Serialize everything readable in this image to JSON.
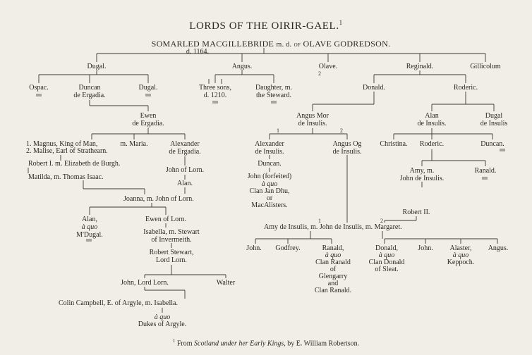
{
  "title": "LORDS OF THE OIRIR-GAEL.",
  "title_note": "1",
  "root": {
    "name": "SOMARLED MACGILLEBRIDE",
    "marriage": "m. d.",
    "of": "of",
    "spouse": "OLAVE GODREDSON.",
    "died": "d. 1164."
  },
  "gen1": {
    "dugal": "Dugal.",
    "angus": "Angus.",
    "olave": "Olave.",
    "olave_num": "2",
    "reginald": "Reginald.",
    "gillicolum": "Gillicolum"
  },
  "gen2": {
    "ospac": "Ospac.",
    "duncan1": "Duncan",
    "duncan2": "de Ergadia.",
    "dugal": "Dugal.",
    "three1": "Three sons,",
    "three2": "d. 1210.",
    "daughter1": "Daughter, m.",
    "daughter2": "the Steward.",
    "donald": "Donald.",
    "roderic": "Roderic."
  },
  "gen3": {
    "ewen1": "Ewen",
    "ewen2": "de Ergadia.",
    "angusmor1": "Angus Mor",
    "angusmor2": "de Insulis.",
    "num1": "1",
    "num2": "2",
    "alan1": "Alan",
    "alan2": "de Insulis.",
    "dugal1": "Dugal",
    "dugal2": "de Insulis"
  },
  "ewen_line": {
    "magnus": "1. Magnus, King of Man,",
    "malise": "2. Malise, Earl of Strathearn.",
    "maria": "m. Maria.",
    "alex1": "Alexander",
    "alex2": "de Ergadia.",
    "robert": "Robert I. m. Elizabeth de Burgh.",
    "matilda": "Matilda, m. Thomas Isaac.",
    "johnlorn": "John of Lorn.",
    "alan": "Alan.",
    "joanna": "Joanna, m. John of Lorn.",
    "alanq1": "Alan,",
    "alanq2": "à quo",
    "alanq3": "M'Dugal.",
    "ewenlorn": "Ewen of Lorn.",
    "isabella1": "Isabella, m. Stewart",
    "isabella2": "of Invermeith.",
    "robstew1": "Robert Stewart,",
    "robstew2": "Lord Lorn.",
    "johnlordlorn": "John, Lord Lorn.",
    "walter": "Walter",
    "colin": "Colin Campbell, E. of Argyle, m. Isabella.",
    "aquo": "à quo",
    "dukes": "Dukes of Argyle."
  },
  "angus_line": {
    "alex1": "Alexander",
    "alex2": "de Insulis.",
    "duncan": "Duncan.",
    "john1": "John (forfeited)",
    "john2": "à quo",
    "john3": "Clan Jan Dhu,",
    "john4": "or",
    "john5": "MacAlisters.",
    "angusog1": "Angus Og",
    "angusog2": "de Insulis.",
    "amy_num": "1",
    "margaret_num": "2",
    "robert2": "Robert II.",
    "amy_row": "Amy de Insulis, m. John de Insulis, m. Margaret."
  },
  "john_children": {
    "john": "John.",
    "godfrey": "Godfrey.",
    "ranald1": "Ranald,",
    "ranald2": "à quo",
    "ranald3": "Clan Ranald",
    "ranald4": "of",
    "ranald5": "Glengarry",
    "ranald6": "and",
    "ranald7": "Clan Ranald.",
    "donald1": "Donald,",
    "donald2": "à quo",
    "donald3": "Clan Donald",
    "donald4": "of Sleat.",
    "john2": "John.",
    "alaster1": "Alaster,",
    "alaster2": "à quo",
    "alaster3": "Keppoch.",
    "angus": "Angus."
  },
  "roderic_line": {
    "christina": "Christina.",
    "roderic": "Roderic.",
    "duncan": "Duncan.",
    "amy1": "Amy, m.",
    "amy2": "John de Insulis.",
    "ranald": "Ranald."
  },
  "footnote": {
    "num": "1",
    "from": "From",
    "book": "Scotland under her Early Kings,",
    "author": "by E. William Robertson."
  }
}
